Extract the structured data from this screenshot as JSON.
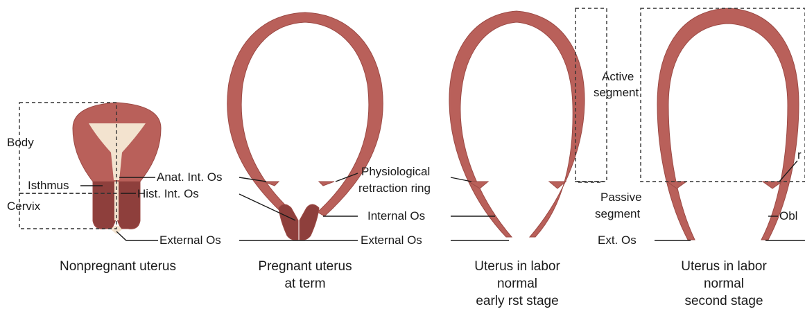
{
  "colors": {
    "tissue": "#b9605a",
    "tissue_dark": "#9c4a45",
    "tissue_deep": "#8e3f3c",
    "cavity": "#f3e3cf",
    "line": "#1a1a1a",
    "dash": "#333333"
  },
  "labels": {
    "body": "Body",
    "isthmus": "Isthmus",
    "cervix": "Cervix",
    "anat_int_os": "Anat. Int. Os",
    "hist_int_os": "Hist.  Int. Os",
    "external_os_1": "External Os",
    "physiological": "Physiological",
    "retraction_ring": "retraction ring",
    "internal_os": "Internal  Os",
    "external_os_2": "External Os",
    "active": "Active",
    "segment_1": "segment",
    "passive": "Passive",
    "segment_2": "segment",
    "ext_os": "Ext. Os",
    "r_partial": "r",
    "obl_partial": "Obl"
  },
  "captions": [
    [
      "Nonpregnant uterus"
    ],
    [
      "Pregnant uterus",
      "at term"
    ],
    [
      "Uterus in labor",
      "normal",
      "early   rst stage"
    ],
    [
      "Uterus in labor",
      "normal",
      "second stage"
    ]
  ]
}
